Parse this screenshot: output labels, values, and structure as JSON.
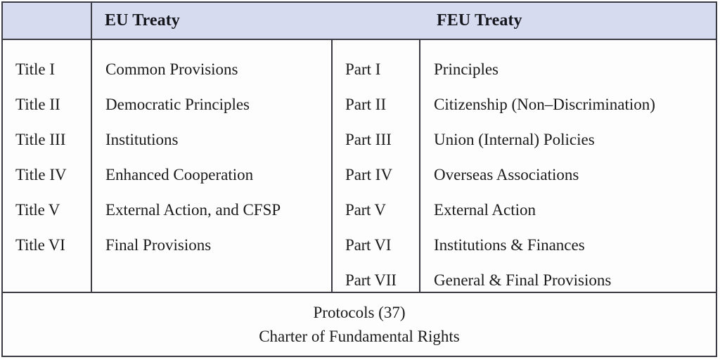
{
  "table": {
    "headers": {
      "left": "EU Treaty",
      "right": "FEU Treaty"
    },
    "eu_treaty": {
      "rows": [
        {
          "number": "Title I",
          "label": "Common Provisions"
        },
        {
          "number": "Title II",
          "label": "Democratic Principles"
        },
        {
          "number": "Title III",
          "label": "Institutions"
        },
        {
          "number": "Title IV",
          "label": "Enhanced Cooperation"
        },
        {
          "number": "Title V",
          "label": "External Action, and CFSP"
        },
        {
          "number": "Title VI",
          "label": "Final Provisions"
        }
      ]
    },
    "feu_treaty": {
      "rows": [
        {
          "number": "Part I",
          "label": "Principles"
        },
        {
          "number": "Part II",
          "label": "Citizenship (Non–Discrimination)"
        },
        {
          "number": "Part III",
          "label": "Union (Internal) Policies"
        },
        {
          "number": "Part IV",
          "label": "Overseas Associations"
        },
        {
          "number": "Part V",
          "label": "External Action"
        },
        {
          "number": "Part VI",
          "label": "Institutions & Finances"
        },
        {
          "number": "Part VII",
          "label": "General & Final Provisions"
        }
      ]
    },
    "footer": {
      "line1": "Protocols (37)",
      "line2": "Charter of Fundamental Rights"
    },
    "colors": {
      "header_background": "#d7dbf0",
      "border": "#3a3a42",
      "body_background": "#fdfdfd",
      "text": "#1a1a1a"
    }
  }
}
